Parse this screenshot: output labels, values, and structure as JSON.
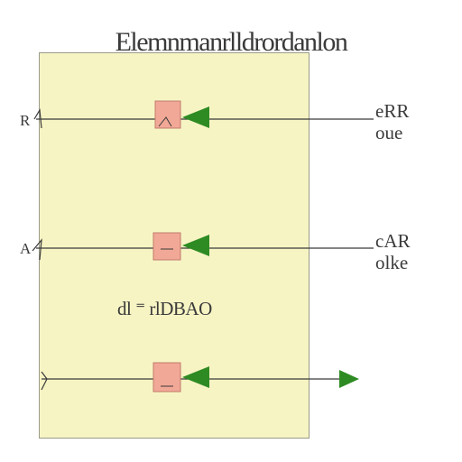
{
  "title": "Elemnmanrlldrordanlon",
  "middle_label": "dl ⁼ rlDBAO",
  "rows": [
    {
      "left_mark": "R",
      "right_label_line1": "eRR",
      "right_label_line2": "oue"
    },
    {
      "left_mark": "A",
      "right_label_line1": "cAR",
      "right_label_line2": "olke"
    },
    {
      "left_mark": "",
      "right_label_line1": "",
      "right_label_line2": ""
    }
  ],
  "colors": {
    "panel_fill": "#f7f4c4",
    "box_fill": "#f2a896",
    "arrow_green": "#2e8b23",
    "line": "#3a3a3a"
  },
  "icons": [
    "arrow-left-icon",
    "arrow-right-icon"
  ]
}
